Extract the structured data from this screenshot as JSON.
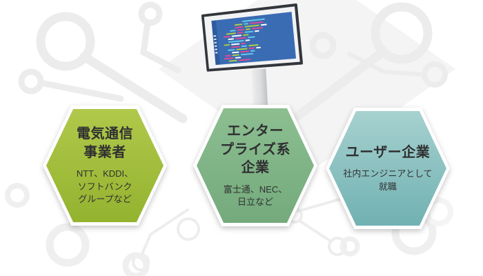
{
  "diagram": {
    "text_color": "#2f2f31",
    "background_color": "#ffffff",
    "decor_color": "#ececec"
  },
  "hexagons": [
    {
      "name": "telecom-carriers",
      "title_lines": [
        "電気通信",
        "事業者"
      ],
      "subtitle_lines": [
        "NTT、KDDI、",
        "ソフトバンク",
        "グループなど"
      ],
      "color_top": "#b0c84b",
      "color_bottom": "#93b32f"
    },
    {
      "name": "enterprise-companies",
      "title_lines": [
        "エンター",
        "プライズ系",
        "企業"
      ],
      "subtitle_lines": [
        "富士通、NEC、",
        "日立など"
      ],
      "color_top": "#8cbe90",
      "color_bottom": "#74aa7c"
    },
    {
      "name": "user-companies",
      "title_lines": [
        "ユーザー企業"
      ],
      "subtitle_lines": [
        "社内エンジニアとして",
        "就職"
      ],
      "color_top": "#a6d1cf",
      "color_bottom": "#71b1b2"
    }
  ],
  "monitor": {
    "frame_color": "#33373c",
    "bezel_color": "#f2f3f4",
    "screen_color": "#3a6cb3",
    "gutter_color": "#2d5b9e",
    "stand_color": "#dcdedf",
    "gutter_tick_count": 6,
    "code_colors": {
      "pink": "#e14a93",
      "green": "#accd44",
      "cyan": "#66c8ea",
      "white": "#ffffff"
    },
    "code_lines": [
      {
        "indent": 36,
        "segments": [
          [
            "cyan",
            34
          ]
        ]
      },
      {
        "indent": 24,
        "segments": [
          [
            "green",
            12
          ],
          [
            "cyan",
            7
          ],
          [
            "pink",
            20
          ]
        ]
      },
      {
        "indent": 24,
        "segments": [
          [
            "pink",
            13
          ],
          [
            "green",
            22
          ],
          [
            "white",
            9
          ]
        ]
      },
      {
        "indent": 16,
        "segments": [
          [
            "cyan",
            9
          ],
          [
            "pink",
            11
          ],
          [
            "green",
            7
          ],
          [
            "pink",
            17
          ]
        ]
      },
      {
        "indent": 10,
        "segments": [
          [
            "green",
            15
          ],
          [
            "pink",
            9
          ],
          [
            "cyan",
            13
          ],
          [
            "white",
            7
          ]
        ]
      },
      {
        "indent": 5,
        "segments": [
          [
            "pink",
            11
          ],
          [
            "white",
            15
          ],
          [
            "green",
            9
          ]
        ]
      },
      {
        "indent": 12,
        "segments": [
          [
            "white",
            9
          ],
          [
            "pink",
            17
          ],
          [
            "cyan",
            11
          ]
        ]
      },
      {
        "indent": 12,
        "segments": [
          [
            "cyan",
            24
          ],
          [
            "white",
            7
          ]
        ]
      },
      {
        "indent": 5,
        "segments": [
          [
            "green",
            9
          ],
          [
            "white",
            13
          ],
          [
            "pink",
            7
          ]
        ]
      },
      {
        "indent": 16,
        "segments": [
          [
            "pink",
            13
          ],
          [
            "cyan",
            9
          ],
          [
            "green",
            15
          ]
        ]
      },
      {
        "indent": 10,
        "segments": [
          [
            "cyan",
            11
          ],
          [
            "green",
            17
          ],
          [
            "pink",
            9
          ],
          [
            "white",
            7
          ]
        ]
      },
      {
        "indent": 16,
        "segments": [
          [
            "white",
            11
          ],
          [
            "pink",
            13
          ],
          [
            "cyan",
            7
          ]
        ]
      },
      {
        "indent": 5,
        "segments": [
          [
            "pink",
            9
          ],
          [
            "green",
            11
          ],
          [
            "cyan",
            19
          ]
        ]
      },
      {
        "indent": 3,
        "segments": [
          [
            "pink",
            15
          ],
          [
            "white",
            9
          ]
        ]
      },
      {
        "indent": 10,
        "segments": [
          [
            "green",
            13
          ],
          [
            "pink",
            18
          ]
        ]
      }
    ]
  }
}
